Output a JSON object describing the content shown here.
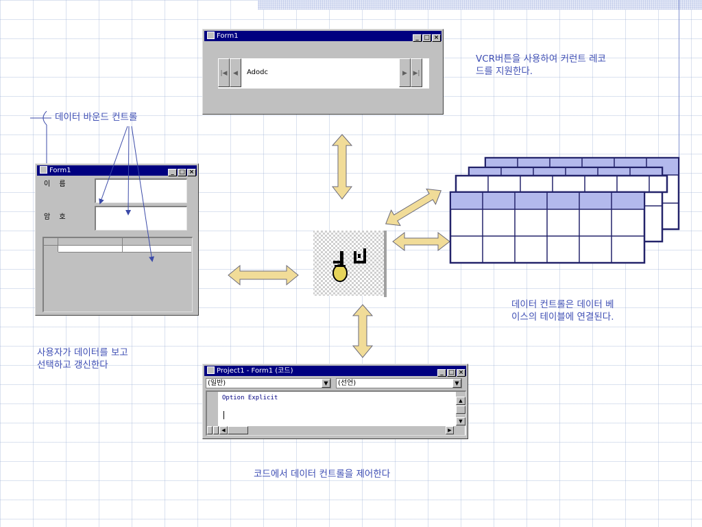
{
  "captions": {
    "vcr_lines": [
      "VCR버튼을 사용하여 커런트 레코",
      "드를 지원한다."
    ],
    "bound": "데이터 바운드 컨트롤",
    "db_lines": [
      "데이터 컨트롤은 데이터 베",
      "이스의 테이블에 연결된다."
    ],
    "user_lines": [
      "사용자가 데이터를 보고",
      "선택하고 갱신한다"
    ],
    "code": "코드에서 데이터 컨트롤을 제어한다"
  },
  "adodc_form": {
    "title": "Form1",
    "control_caption": "Adodc"
  },
  "bound_form": {
    "title": "Form1",
    "name_label": "이 름",
    "password_label": "암 호"
  },
  "code_window": {
    "title": "Project1 - Form1 (코드)",
    "object_combo": "(일반)",
    "proc_combo": "(선언)",
    "code_line": "Option Explicit"
  },
  "colors": {
    "caption_blue": "#3f4fb4",
    "arrow_fill": "#f1dc98",
    "arrow_stroke": "#6a6a7a",
    "grid_navy": "#23236a",
    "grid_header": "#b3b9ec",
    "title_navy": "#000080"
  },
  "icons": [
    "data-control-icon",
    "double-arrow-icon",
    "table-stack-icon"
  ]
}
